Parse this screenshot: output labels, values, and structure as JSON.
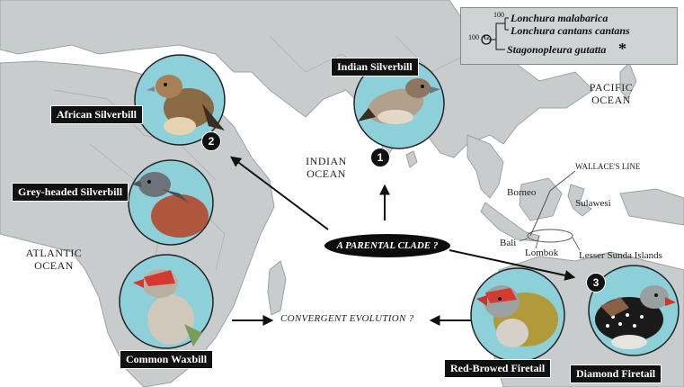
{
  "oceans": {
    "indian": "INDIAN\nOCEAN",
    "atlantic": "ATLANTIC\nOCEAN",
    "pacific": "PACIFIC\nOCEAN"
  },
  "birds": {
    "african_silverbill": "African Silverbill",
    "indian_silverbill": "Indian Silverbill",
    "grey_headed_silverbill": "Grey-headed Silverbill",
    "common_waxbill": "Common Waxbill",
    "red_browed_firetail": "Red-Browed Firetail",
    "diamond_firetail": "Diamond Firetail"
  },
  "badges": {
    "one": "1",
    "two": "2",
    "three": "3"
  },
  "central": {
    "parental_clade": "A PARENTAL CLADE ?",
    "convergent": "CONVERGENT EVOLUTION ?"
  },
  "phylogeny": {
    "taxa": [
      "Lonchura malabarica",
      "Lonchura cantans cantans",
      "Stagonopleura gutatta"
    ],
    "bootstrap_inner": "100",
    "bootstrap_root": "100",
    "root_marker": "G",
    "asterisk": "*"
  },
  "wallace": {
    "line": "WALLACE'S LINE",
    "borneo": "Borneo",
    "sulawesi": "Sulawesi",
    "bali": "Bali",
    "lombok": "Lombok",
    "lesser_sunda": "Lesser Sunda Islands"
  },
  "colors": {
    "land": "#c9cccd",
    "land_line": "#9ea2a4",
    "circle_bg": "#8ed0da",
    "label_bg": "#111111"
  }
}
